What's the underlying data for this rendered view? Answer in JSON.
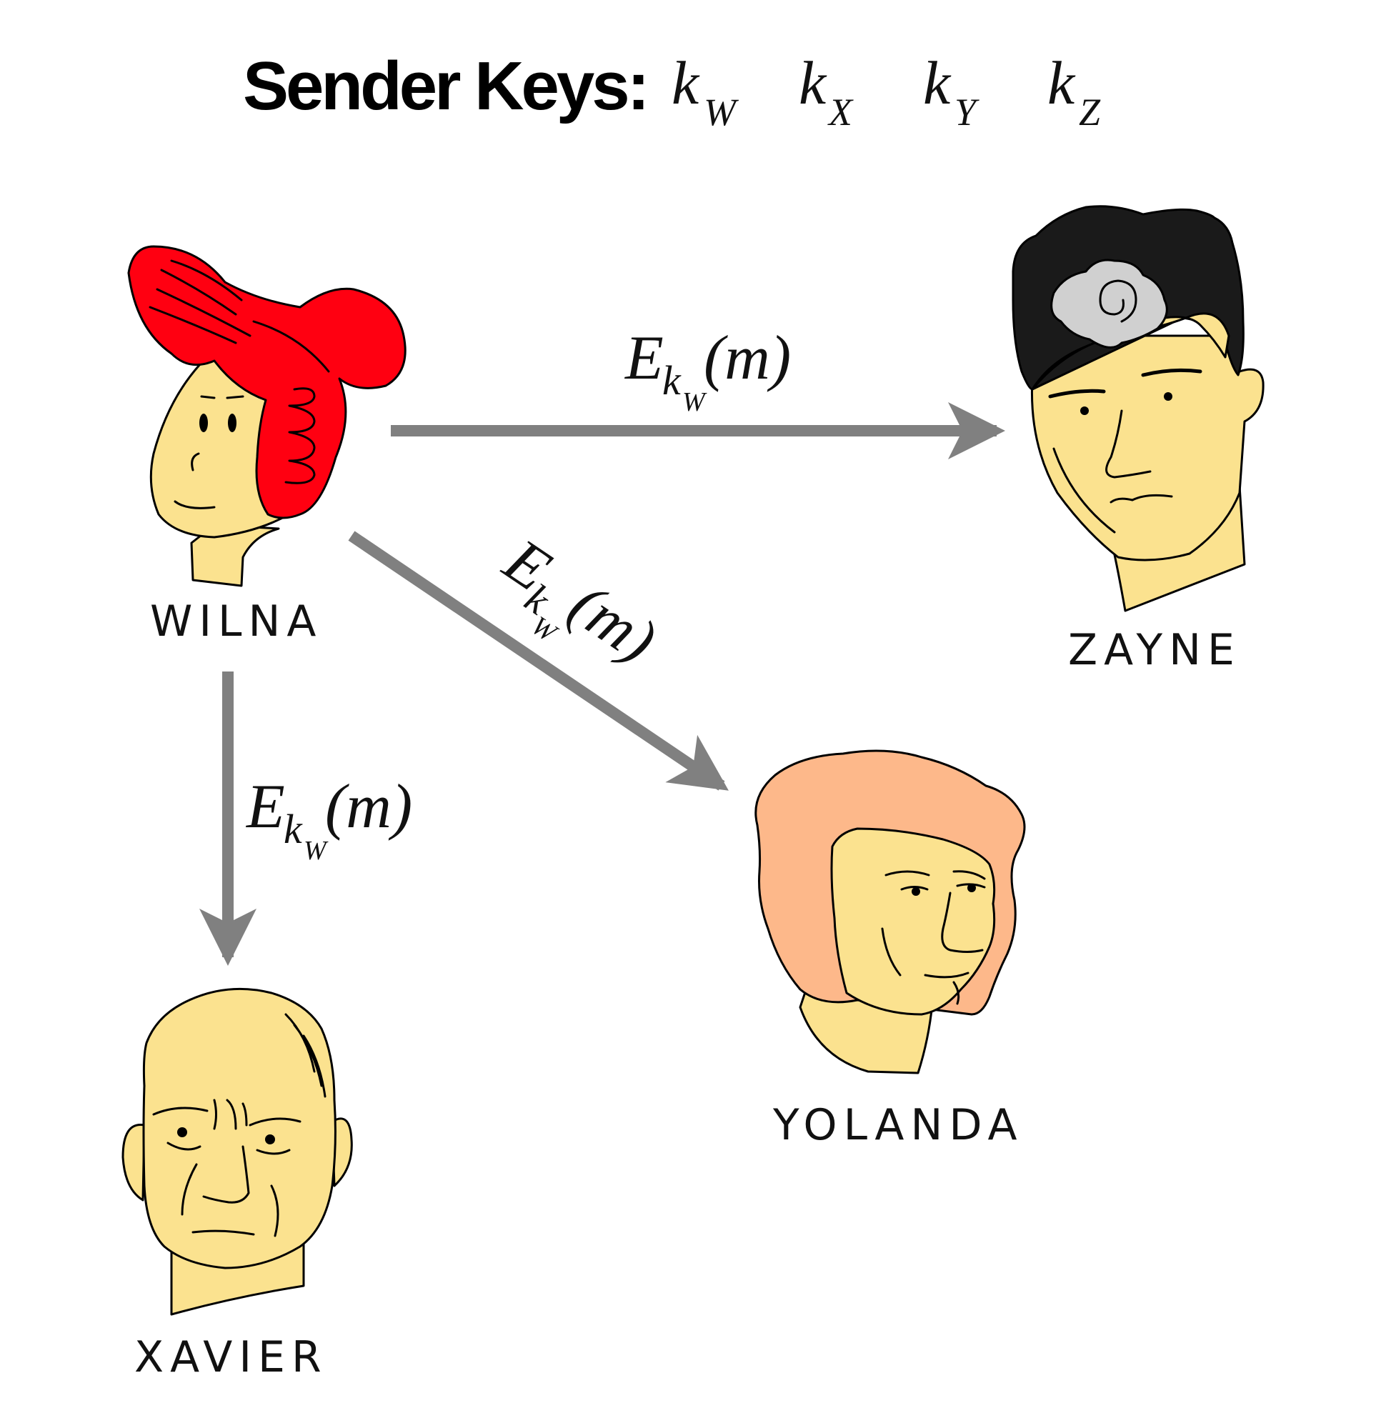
{
  "title": {
    "label": "Sender Keys:",
    "keys": [
      {
        "base": "k",
        "sub": "W"
      },
      {
        "base": "k",
        "sub": "X"
      },
      {
        "base": "k",
        "sub": "Y"
      },
      {
        "base": "k",
        "sub": "Z"
      }
    ]
  },
  "people": {
    "wilna": "WILNA",
    "zayne": "ZAYNE",
    "yolanda": "YOLANDA",
    "xavier": "XAVIER"
  },
  "edges": [
    {
      "from": "WILNA",
      "to": "ZAYNE",
      "op": "E",
      "key": "k",
      "key_sub": "W",
      "arg": "(m)"
    },
    {
      "from": "WILNA",
      "to": "YOLANDA",
      "op": "E",
      "key": "k",
      "key_sub": "W",
      "arg": "(m)"
    },
    {
      "from": "WILNA",
      "to": "XAVIER",
      "op": "E",
      "key": "k",
      "key_sub": "W",
      "arg": "(m)"
    }
  ],
  "colors": {
    "arrow": "#808080",
    "skin": "#fbe28f",
    "wilna_hair": "#ff0011",
    "zayne_hair": "#1a1a1a",
    "zayne_swirl": "#d0d0d0",
    "yolanda_hair": "#fdb88a"
  }
}
